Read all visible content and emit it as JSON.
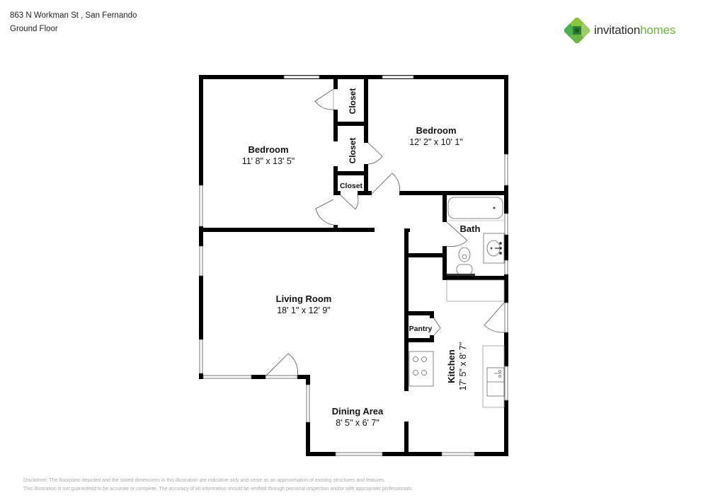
{
  "header": {
    "address": "863 N Workman St , San Fernando",
    "floor": "Ground Floor"
  },
  "brand": {
    "name_part1": "invitation",
    "name_part2": "homes",
    "icon": "clover-logo-icon",
    "colors": {
      "dark_green": "#2e8b3e",
      "mid_green": "#4caf50",
      "light_green": "#8cc63f",
      "text_dark": "#2b2b2b",
      "text_green": "#6cb33f"
    }
  },
  "rooms": {
    "bedroom1": {
      "name": "Bedroom",
      "dims": "11' 8\" x 13' 5\""
    },
    "bedroom2": {
      "name": "Bedroom",
      "dims": "12' 2\" x 10' 1\""
    },
    "closet1": {
      "name": "Closet"
    },
    "closet2": {
      "name": "Closet"
    },
    "closet3": {
      "name": "Closet"
    },
    "bath": {
      "name": "Bath"
    },
    "living": {
      "name": "Living Room",
      "dims": "18' 1\" x 12' 9\""
    },
    "pantry": {
      "name": "Pantry"
    },
    "kitchen": {
      "name": "Kitchen",
      "dims": "17' 5\" x 8' 7\""
    },
    "dining": {
      "name": "Dining Area",
      "dims": "8' 5\" x 6' 7\""
    }
  },
  "disclaimer": {
    "line1": "Disclaimer: The floorplans depicted and the stated dimensions in this illustration are indicative only and serve as an approximation of existing structures and features.",
    "line2": "This illustration is not guaranteed to be accurate or complete. The accuracy of all information should be verified through personal inspection and/or with appropriate professionals."
  }
}
